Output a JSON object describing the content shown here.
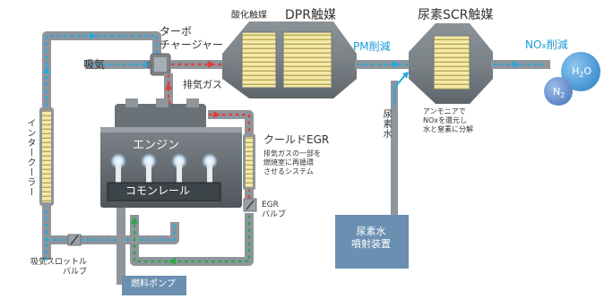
{
  "labels": {
    "turbo": "ターボ\nチャージャー",
    "intake_air": "吸気",
    "exhaust_gas": "排気ガス",
    "oxidation_catalyst": "酸化触媒",
    "dpr_catalyst": "DPR触媒",
    "pm_reduction": "PM削減",
    "urea_scr_catalyst": "尿素SCR触媒",
    "nox_reduction_main": "NO",
    "nox_reduction_sub": "x",
    "nox_reduction_tail": "削減",
    "h2o_main": "H",
    "h2o_sub": "2",
    "h2o_tail": "O",
    "n2_main": "N",
    "n2_sub": "2",
    "scr_note": "アンモニアで\nNOxを還元し\n水と窒素に分解",
    "urea_water_vertical": "尿素水",
    "engine": "エンジン",
    "common_rail": "コモンレール",
    "cooled_egr_title": "クールドEGR",
    "cooled_egr_desc": "排気ガスの一部を\n燃焼室に再循環\nさせるシステム",
    "egr_valve": "EGR\nバルブ",
    "intercooler": "インタークーラー",
    "throttle_valve": "吸気スロットル\nバルブ",
    "fuel_pump": "燃料ポンプ",
    "urea_injector": "尿素水\n噴射装置"
  },
  "colors": {
    "pipe": "#8e959b",
    "pipe_dark": "#6d747a",
    "intake_flow": "#29a8de",
    "exhaust_flow": "#e0403a",
    "fuel_flow": "#2aa84a",
    "catalyst_fill": "#f2e6a0",
    "accent_cyan": "#1a9ad6",
    "h2o_bubble": "#5aa6dc",
    "n2_bubble": "#6f9ed6",
    "injector_box": "#6b8fb1"
  }
}
